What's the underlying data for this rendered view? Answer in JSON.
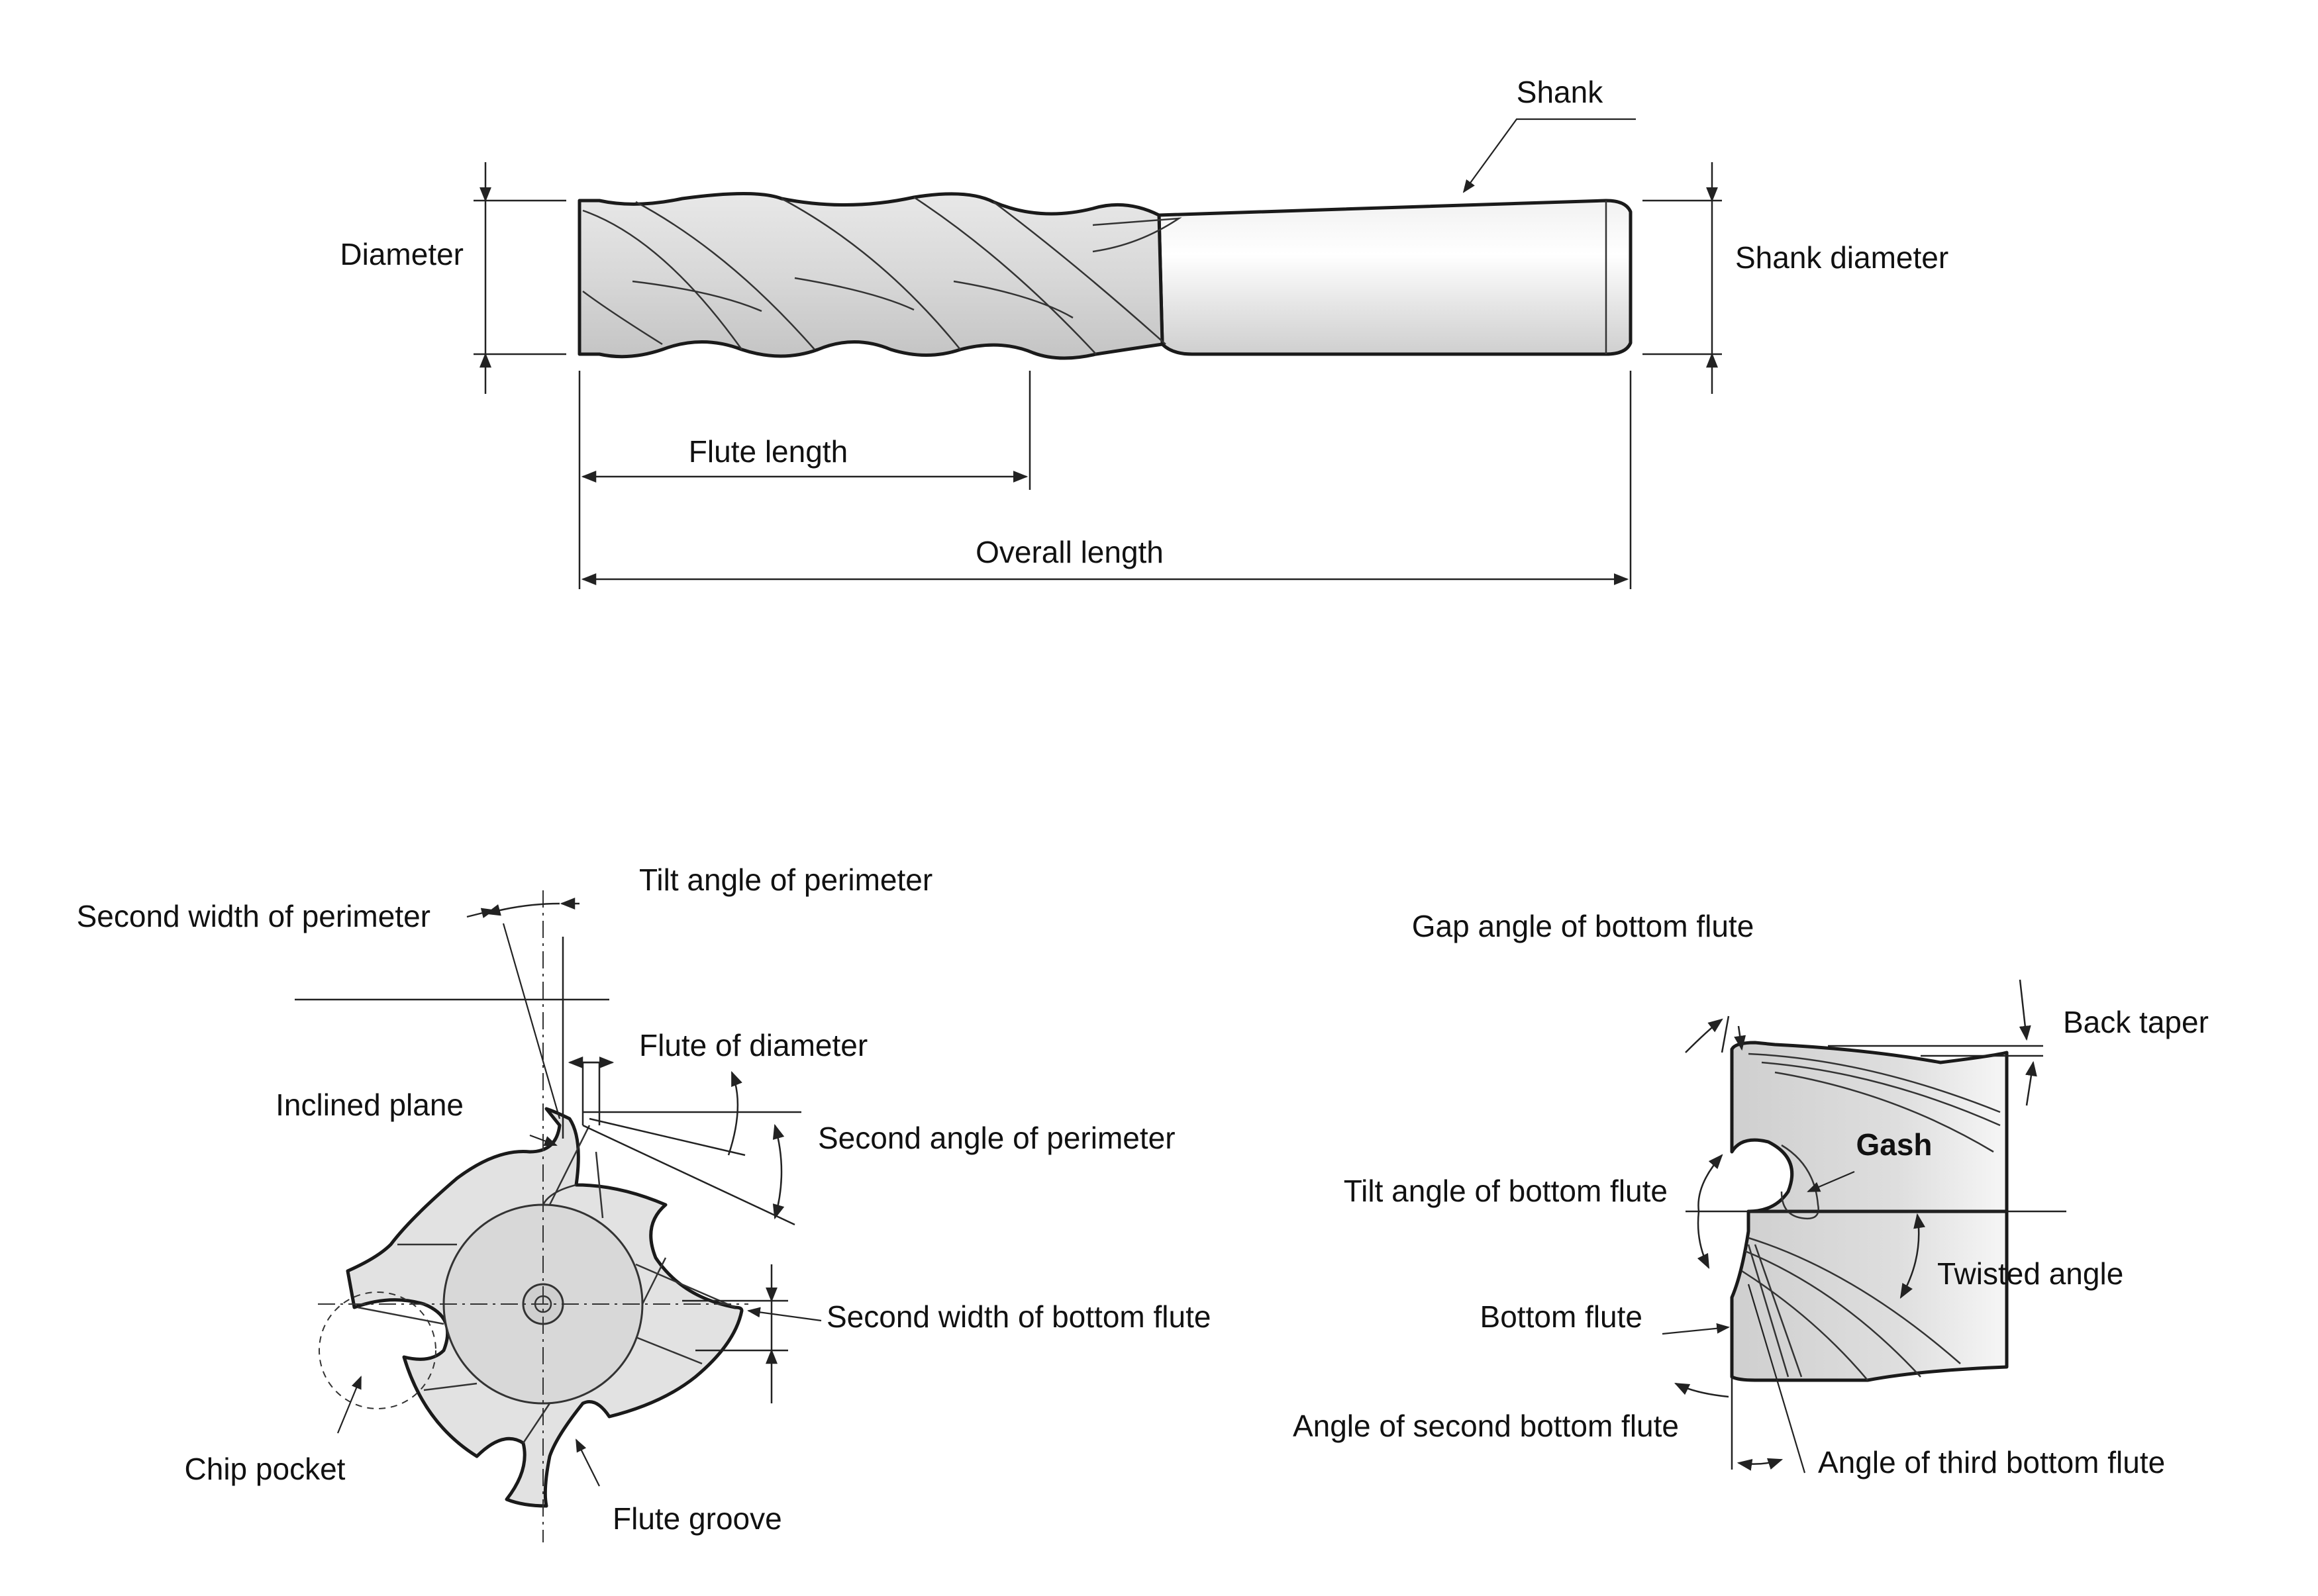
{
  "figure": {
    "side_view": {
      "labels": {
        "shank": "Shank",
        "diameter": "Diameter",
        "shank_diameter": "Shank diameter",
        "flute_length": "Flute length",
        "overall_length": "Overall length"
      }
    },
    "end_view": {
      "labels": {
        "tilt_angle_of_perimeter": "Tilt angle of perimeter",
        "second_width_of_perimeter": "Second width of perimeter",
        "flute_of_diameter": "Flute of diameter",
        "inclined_plane": "Inclined plane",
        "second_angle_of_perimeter": "Second angle of perimeter",
        "second_width_of_bottom_flute": "Second width of bottom flute",
        "chip_pocket": "Chip pocket",
        "flute_groove": "Flute groove"
      }
    },
    "tip_view": {
      "labels": {
        "gap_angle_of_bottom_flute": "Gap angle of bottom flute",
        "back_taper": "Back taper",
        "gash": "Gash",
        "tilt_angle_of_bottom_flute": "Tilt angle of bottom flute",
        "twisted_angle": "Twisted angle",
        "bottom_flute": "Bottom flute",
        "angle_of_second_bottom_flute": "Angle of second bottom flute",
        "angle_of_third_bottom_flute": "Angle of third bottom flute"
      }
    }
  },
  "colors": {
    "line": "#1a1a1a",
    "body_light": "#ebebeb",
    "body_mid": "#d6d6d6",
    "body_dark": "#bcbcbc",
    "background": "#ffffff"
  }
}
